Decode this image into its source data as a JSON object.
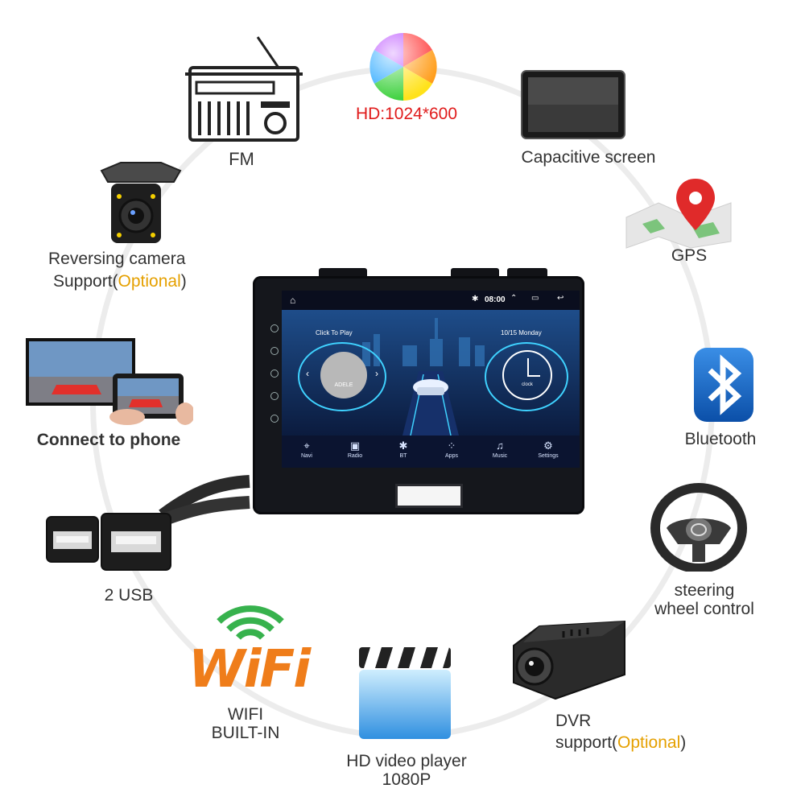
{
  "features": {
    "fm": {
      "label": "FM"
    },
    "hd": {
      "label": "HD:1024*600"
    },
    "capacitive": {
      "label": "Capacitive screen"
    },
    "gps": {
      "label": "GPS"
    },
    "reversing": {
      "line1": "Reversing camera",
      "line2_prefix": "Support(",
      "line2_optional": "Optional",
      "line2_suffix": ")"
    },
    "phone": {
      "label": "Connect to phone"
    },
    "bluetooth": {
      "label": "Bluetooth"
    },
    "usb": {
      "label": "2 USB"
    },
    "steering": {
      "line1": "steering",
      "line2": "wheel control"
    },
    "wifi": {
      "logo": "WiFi",
      "line1": "WIFI",
      "line2": "BUILT-IN"
    },
    "video": {
      "line1": "HD video player",
      "line2": "1080P"
    },
    "dvr": {
      "line1": "DVR",
      "line2_prefix": "support(",
      "line2_optional": "Optional",
      "line2_suffix": ")"
    }
  },
  "device": {
    "time": "08:00",
    "click_to_play": "Click To Play",
    "date": "10/15 Monday",
    "album": "ADELE",
    "clock_brand": "clock",
    "dock": [
      "Navi",
      "Radio",
      "BT",
      "Apps",
      "Music",
      "Settings"
    ]
  },
  "colors": {
    "accent_orange": "#e5a000",
    "accent_red": "#e01b1b",
    "screen_bg": "#0d1a3a"
  }
}
